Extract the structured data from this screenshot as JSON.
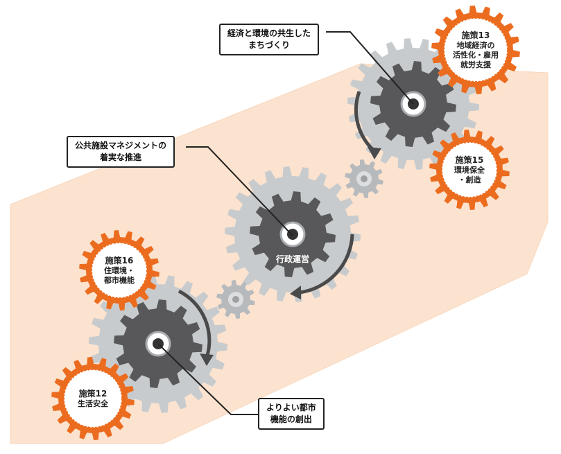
{
  "colors": {
    "band": "#fbe3cf",
    "band_edge": "#f9d7bd",
    "gear_dark": "#58585a",
    "gear_light": "#c8cbcd",
    "gear_small": "#b7babd",
    "badge_orange": "#ec6c1f",
    "badge_inner_stroke": "#ec6c1f",
    "arrow": "#4a4a4a",
    "leader": "#222222"
  },
  "center_gear": {
    "label": "行政運営"
  },
  "callouts": {
    "top": {
      "line1": "経済と環境の共生した",
      "line2": "まちづくり"
    },
    "middle": {
      "line1": "公共施設マネジメントの",
      "line2": "着実な推進"
    },
    "bottom": {
      "line1": "よりよい都市",
      "line2": "機能の創出"
    }
  },
  "badges": {
    "b13": {
      "lines": [
        "施策13",
        "地域経済の",
        "活性化・雇用",
        "就労支援"
      ]
    },
    "b15": {
      "lines": [
        "施策15",
        "環境保全",
        "・創造"
      ]
    },
    "b16": {
      "lines": [
        "施策16",
        "住環境・",
        "都市機能"
      ]
    },
    "b12": {
      "lines": [
        "施策12",
        "生活安全"
      ]
    }
  }
}
